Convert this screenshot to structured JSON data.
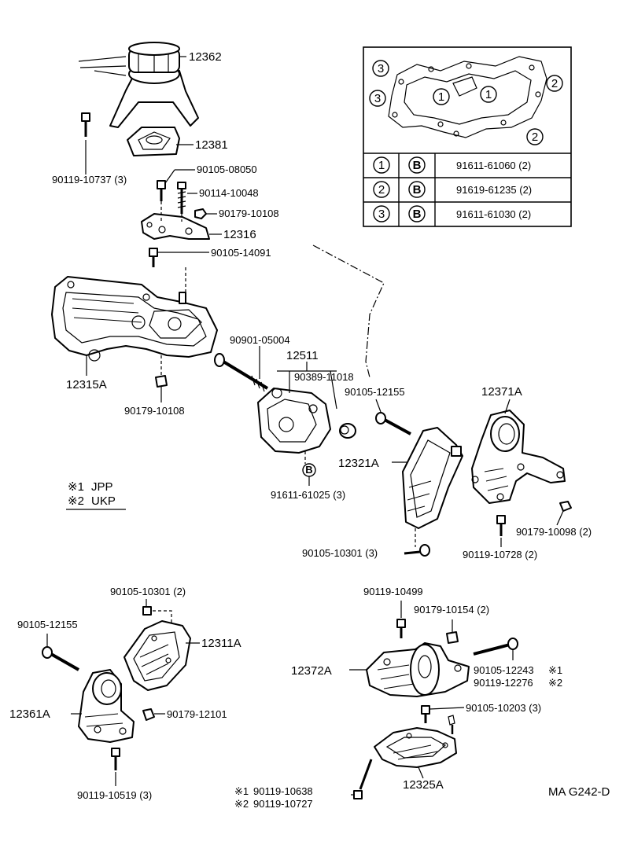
{
  "parts": {
    "p12362": "12362",
    "p12381": "12381",
    "p90119_10737": "90119-10737 (3)",
    "p90105_08050": "90105-08050",
    "p90114_10048": "90114-10048",
    "p90179_10108_top": "90179-10108",
    "p12316": "12316",
    "p90105_14091": "90105-14091",
    "p12315A": "12315A",
    "p90179_10108_bot": "90179-10108",
    "p90901_05004": "90901-05004",
    "p12511": "12511",
    "p90389_11018": "90389-11018",
    "p90105_12155_mid": "90105-12155",
    "p12371A": "12371A",
    "p12321A": "12321A",
    "p91611_61025": "91611-61025 (3)",
    "p90179_10098": "90179-10098  (2)",
    "p90105_10301_mid": "90105-10301 (3)",
    "p90119_10728": "90119-10728 (2)",
    "p90105_10301_low": "90105-10301  (2)",
    "p90105_12155_low": "90105-12155",
    "p12311A": "12311A",
    "p12361A": "12361A",
    "p90179_12101": "90179-12101",
    "p90119_10519": "90119-10519  (3)",
    "p90119_10499": "90119-10499",
    "p90179_10154": "90179-10154  (2)",
    "p12372A": "12372A",
    "p90105_12243": "90105-12243",
    "p90119_12276": "90119-12276",
    "p90105_10203": "90105-10203 (3)",
    "p12325A": "12325A",
    "p90119_10638": "90119-10638",
    "p90119_10727": "90119-10727"
  },
  "notes": {
    "n1_mark": "※1",
    "n1_text": "JPP",
    "n2_mark": "※2",
    "n2_text": "UKP",
    "star1": "※1",
    "star2": "※2"
  },
  "inset": {
    "circle_1": "1",
    "circle_2": "2",
    "circle_3": "3",
    "bolt_symbol": "B",
    "rows": [
      {
        "num": "1",
        "sym": "B",
        "part": "91611-61060  (2)"
      },
      {
        "num": "2",
        "sym": "B",
        "part": "91619-61235  (2)"
      },
      {
        "num": "3",
        "sym": "B",
        "part": "91611-61030  (2)"
      }
    ]
  },
  "diagram_code": "MA G242-D"
}
